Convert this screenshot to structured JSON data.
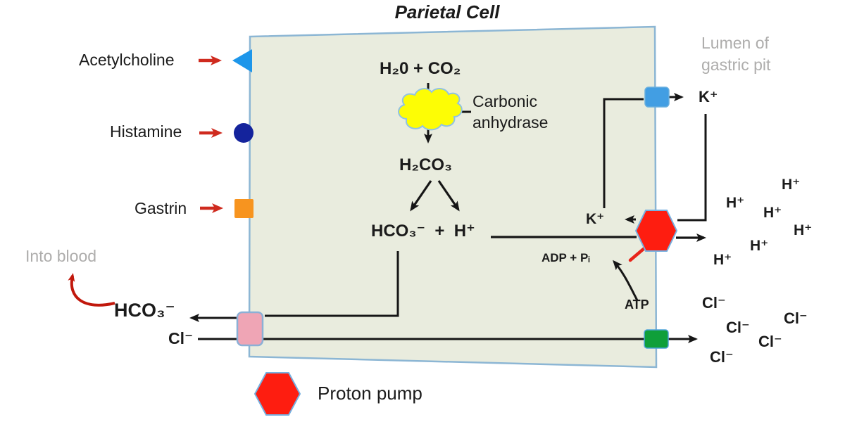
{
  "title": "Parietal Cell",
  "ligands": {
    "acetylcholine": "Acetylcholine",
    "histamine": "Histamine",
    "gastrin": "Gastrin"
  },
  "blood": {
    "into_blood": "Into blood",
    "hco3": "HCO₃⁻",
    "cl": "Cl⁻"
  },
  "cell": {
    "water_co2": "H₂0 + CO₂",
    "enzyme": "Carbonic\nanhydrase",
    "h2co3": "H₂CO₃",
    "hco3_plus_h": "HCO₃⁻  +  H⁺",
    "k": "K⁺",
    "adp_pi": "ADP + Pᵢ",
    "atp": "ATP"
  },
  "lumen": {
    "heading": "Lumen of\ngastric pit",
    "k": "K⁺",
    "h_ion": "H⁺",
    "cl_ion": "Cl⁻"
  },
  "legend": {
    "proton_pump": "Proton pump"
  },
  "colors": {
    "cell_fill": "#e9ecde",
    "membrane": "#8cb6d4",
    "acetylcholine_receptor": "#1d96ea",
    "histamine_receptor": "#14239c",
    "gastrin_receptor": "#f7941f",
    "k_channel": "#429ee3",
    "cl_channel": "#0f9f3a",
    "anion_exchanger": "#efa5b5",
    "proton_pump": "#fe1d10",
    "enzyme_cloud": "#fdfd05",
    "ligand_arrow": "#cf2a1e",
    "blood_arrow": "#c1180c"
  }
}
